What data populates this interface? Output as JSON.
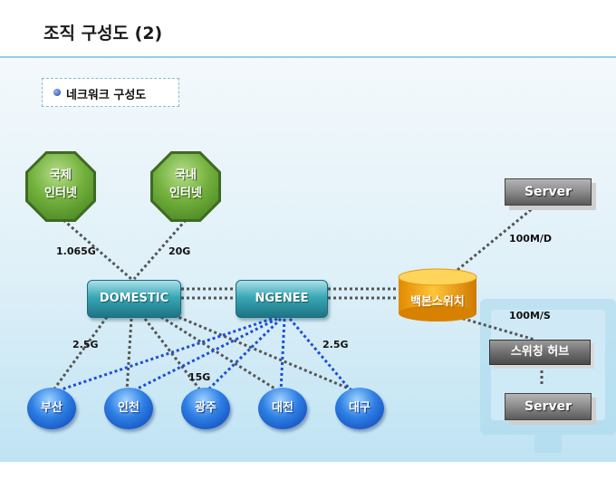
{
  "title": "조직 구성도 (2)",
  "subtitle": "네크워크 구성도",
  "nodes": {
    "international_internet": [
      "국제",
      "인터넷"
    ],
    "domestic_internet": [
      "국내",
      "인터넷"
    ],
    "domestic": "DOMESTIC",
    "ngenee": "NGENEE",
    "backbone_switch": "백본스위치",
    "server_top": "Server",
    "server_bottom": "Server",
    "switching_hub": "스위칭 허브",
    "cities": [
      "부산",
      "인천",
      "광주",
      "대전",
      "대구"
    ]
  },
  "link_labels": {
    "international": "1.065G",
    "domestic": "20G",
    "left_cities": "2.5G",
    "right_cities": "2.5G",
    "middle": "15G",
    "server_top": "100M/D",
    "server_hub": "100M/S"
  },
  "colors": {
    "backbone_line": "#555555",
    "ngenee_line": "#1e4fd6",
    "octagon": "#5e9e2e",
    "teal": "#2a95a5",
    "city": "#1e5fd0",
    "backbone_switch": "#f5a000"
  }
}
